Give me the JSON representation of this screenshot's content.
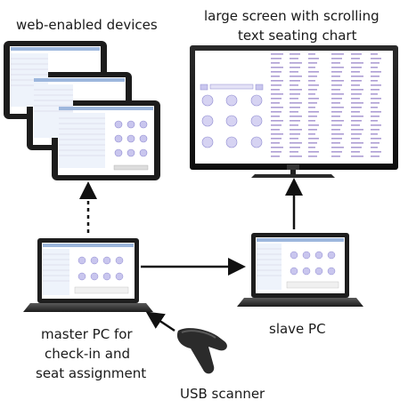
{
  "captions": {
    "devices": "web-enabled devices",
    "screen_line1": "large screen with scrolling",
    "screen_line2": "text seating chart",
    "master_line1": "master PC for",
    "master_line2": "check-in and",
    "master_line3": "seat assignment",
    "slave": "slave PC",
    "scanner": "USB scanner"
  },
  "colors": {
    "device_frame": "#1c1c1c",
    "screen_bg": "#ffffff",
    "table_fill": "#c9c6ee",
    "list_text": "#6a4fb0",
    "arrow": "#111111"
  }
}
